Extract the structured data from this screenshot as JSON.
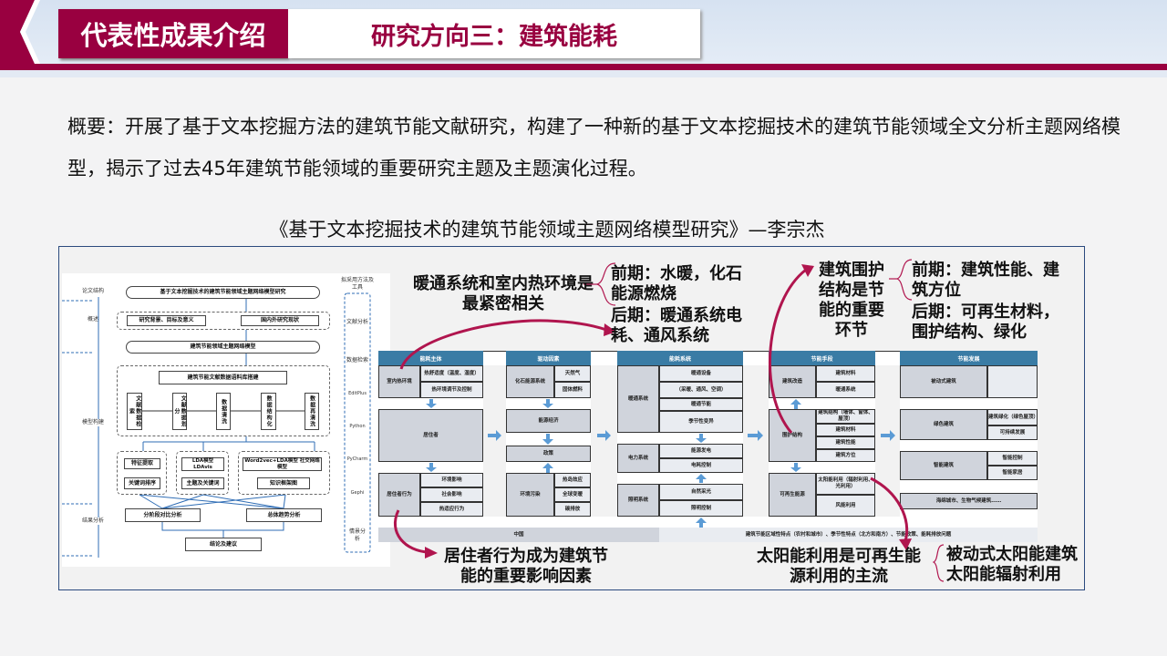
{
  "header": {
    "section_tag": "代表性成果介绍",
    "title": "研究方向三：建筑能耗"
  },
  "summary": "概要：开展了基于文本挖掘方法的建筑节能文献研究，构建了一种新的基于文本挖掘技术的建筑节能领域全文分析主题网络模型，揭示了过去45年建筑节能领域的重要研究主题及主题演化过程。",
  "citation": "《基于文本挖掘技术的建筑节能领域主题网络模型研究》—李宗杰",
  "flowchart": {
    "left_labels": [
      "论文结构",
      "概述",
      "模型构建",
      "结果分析"
    ],
    "tools_title": "拟采用方法及工具",
    "tools": [
      "文献分析",
      "数据检索",
      "EditPlus",
      "Python",
      "PyCharm",
      "Gephi",
      "情景分析"
    ],
    "title": "基于文本挖掘技术的建筑节能领域主题网络模型研究",
    "overview": [
      "研究背景、目标及意义",
      "国内外研究现状"
    ],
    "model": "建筑节能领域主题网络模型",
    "corpus": "建筑节能文献数据语料库搭建",
    "steps": [
      "文献数据检索",
      "文献数据划分",
      "数据清洗",
      "数据结构化",
      "数据再清洗"
    ],
    "g1": [
      "特征提取",
      "关键词排序"
    ],
    "g2": [
      "LDA模型 LDAvis",
      "主题及关键词"
    ],
    "g3": [
      "Word2vec+LDA模型 社交网络模型",
      "知识框架图"
    ],
    "analysis": [
      "分阶段对比分析",
      "总体趋势分析"
    ],
    "conclusion": "结论及建议"
  },
  "table": {
    "headers": [
      "能耗主体",
      "驱动因素",
      "能耗系统",
      "节能手段",
      "节能发展"
    ],
    "col1": {
      "a": "室内热环境",
      "a_subs": [
        "热舒适度（温度、湿度）",
        "热环境调节及控制"
      ],
      "b": "居住者",
      "c": "居住者行为",
      "c_subs": [
        "环境影响",
        "社会影响",
        "热适应行为"
      ]
    },
    "col2": {
      "a": "化石能源系统",
      "a_subs": [
        "天然气",
        "固体燃料"
      ],
      "b": "能源经济",
      "policy": "政策",
      "c": "环境污染",
      "c_subs": [
        "热岛效应",
        "全球变暖",
        "碳排放"
      ]
    },
    "col3": {
      "a": "暖通系统",
      "a_subs": [
        "暖通设备",
        "（采暖、通风、空调）",
        "暖通节能",
        "季节性变异"
      ],
      "b": "电力系统",
      "b_subs": [
        "能源发电",
        "电耗控制"
      ],
      "c": "照明系统",
      "c_subs": [
        "自然采光",
        "照明控制"
      ]
    },
    "col4": {
      "a": "建筑改造",
      "a_subs": [
        "建筑材料",
        "暖通系统"
      ],
      "b": "围护结构",
      "b_subs": [
        "建筑结构（墙体、窗体、屋顶）",
        "建筑材料",
        "建筑性能",
        "建筑方位"
      ],
      "c": "可再生能源",
      "c_subs": [
        "太阳能利用（辐射利用、光利用）",
        "风能利用"
      ]
    },
    "col5": {
      "a": "被动式建筑",
      "b": "绿色建筑",
      "b_subs": [
        "建筑绿化（绿色屋顶）",
        "可持续发展"
      ],
      "c": "智能建筑",
      "c_subs": [
        "智能控制",
        "智能家居"
      ],
      "d": "海绵城市、生物气候建筑……"
    },
    "footer_left": "中国",
    "footer_right": "建筑节能区域性特点（农村和城市）、季节性特点（北方和南方）、节能政策、能耗排放问题"
  },
  "callouts": {
    "hvac": "暖通系统和室内热环境是最紧密相关",
    "hvac_detail": [
      "前期：水暖，化石能源燃烧",
      "后期：暖通系统电耗、通风系统"
    ],
    "envelope": "建筑围护结构是节能的重要环节",
    "envelope_detail": [
      "前期：建筑性能、建筑方位",
      "后期：可再生材料，围护结构、绿化"
    ],
    "occupant": "居住者行为成为建筑节能的重要影响因素",
    "solar": "太阳能利用是可再生能源利用的主流",
    "solar_detail": [
      "被动式太阳能建筑",
      "太阳能辐射利用"
    ]
  },
  "colors": {
    "brand": "#990040",
    "table_header": "#3a7ca5",
    "arrow": "#b0154e"
  }
}
